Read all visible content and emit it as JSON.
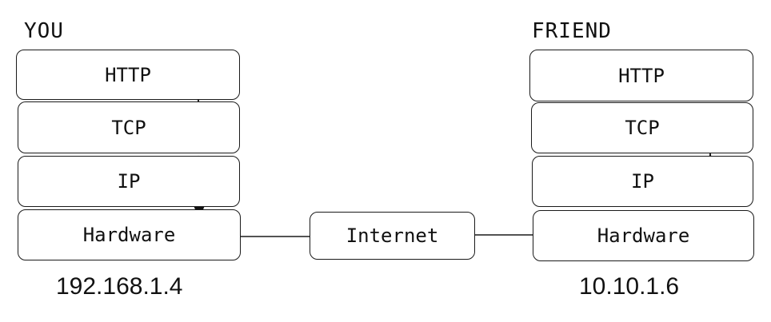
{
  "you": {
    "title": "YOU",
    "layers": [
      "HTTP",
      "TCP",
      "IP",
      "Hardware"
    ],
    "ip_address": "192.168.1.4"
  },
  "friend": {
    "title": "FRIEND",
    "layers": [
      "HTTP",
      "TCP",
      "IP",
      "Hardware"
    ],
    "ip_address": "10.10.1.6"
  },
  "network": {
    "label": "Internet"
  },
  "colors": {
    "stroke": "#1a1a1a",
    "text": "#111111",
    "background": "#ffffff"
  }
}
